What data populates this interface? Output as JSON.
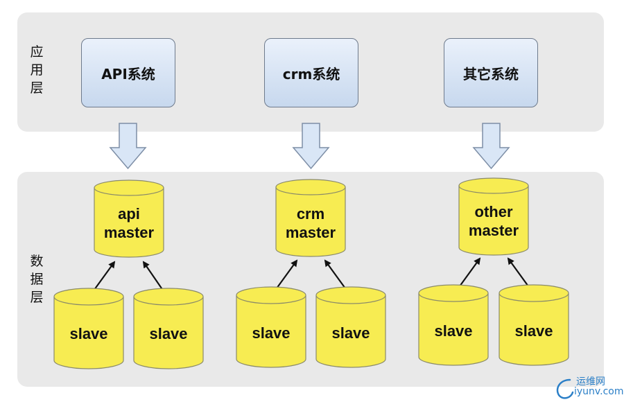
{
  "layers": {
    "app_label": "应\n用\n层",
    "data_label": "数\n据\n层"
  },
  "systems": [
    {
      "label": "API系统"
    },
    {
      "label": "crm系统"
    },
    {
      "label": "其它系统"
    }
  ],
  "clusters": [
    {
      "master_line1": "api",
      "master_line2": "master",
      "slave1": "slave",
      "slave2": "slave"
    },
    {
      "master_line1": "crm",
      "master_line2": "master",
      "slave1": "slave",
      "slave2": "slave"
    },
    {
      "master_line1": "other",
      "master_line2": "master",
      "slave1": "slave",
      "slave2": "slave"
    }
  ],
  "colors": {
    "layer_bg": "#e9e9e9",
    "system_box": "#c7d8ee",
    "cylinder_fill": "#f7ec52",
    "arrow_fill": "#d9e6f6"
  },
  "watermark": {
    "cn": "运维网",
    "en": "iyunv.com"
  }
}
